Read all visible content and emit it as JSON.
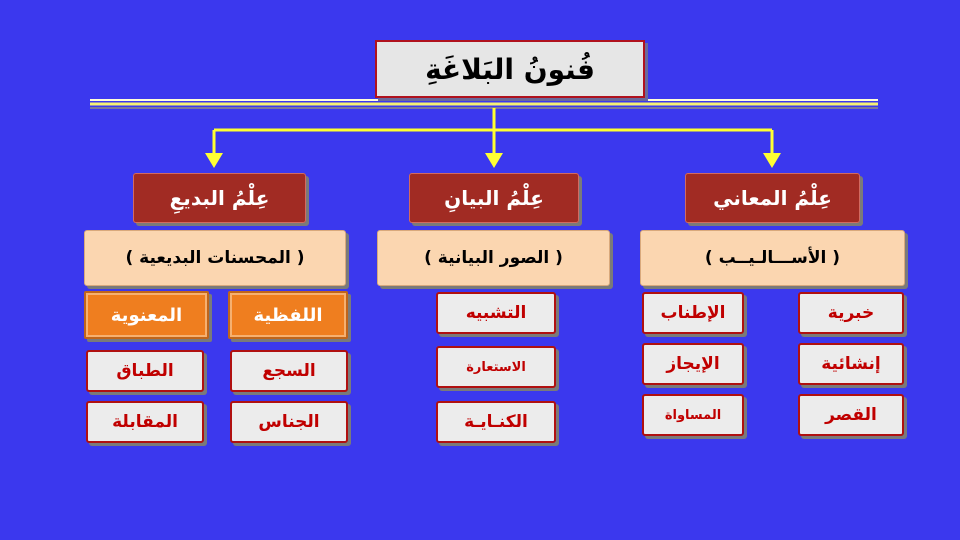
{
  "title": "فُنونُ البَلاغَةِ",
  "columns": [
    {
      "branch": "عِلْمُ المعاني",
      "sub": "( الأســـالـيــب )",
      "leaves_right": [
        "خبرية",
        "إنشائية",
        "القصر"
      ],
      "leaves_left": [
        "الإطناب",
        "الإيجاز",
        "المساواة"
      ]
    },
    {
      "branch": "عِلْمُ البيانِ",
      "sub": "( الصور البيانية )",
      "leaves": [
        "التشبيه",
        "الاستعارة",
        "الكنـايـة"
      ]
    },
    {
      "branch": "عِلْمُ البديعِ",
      "sub": "( المحسنات البديعية )",
      "categories": [
        "اللفظية",
        "المعنوية"
      ],
      "leaves_right": [
        "السجع",
        "الجناس"
      ],
      "leaves_left": [
        "الطباق",
        "المقابلة"
      ]
    }
  ],
  "colors": {
    "background": "#3b38ee",
    "connector": "#ffff33",
    "branch": "#a12b23",
    "sub": "#fbd6b0",
    "leaf_text": "#c00000",
    "category": "#ef7e1f"
  }
}
